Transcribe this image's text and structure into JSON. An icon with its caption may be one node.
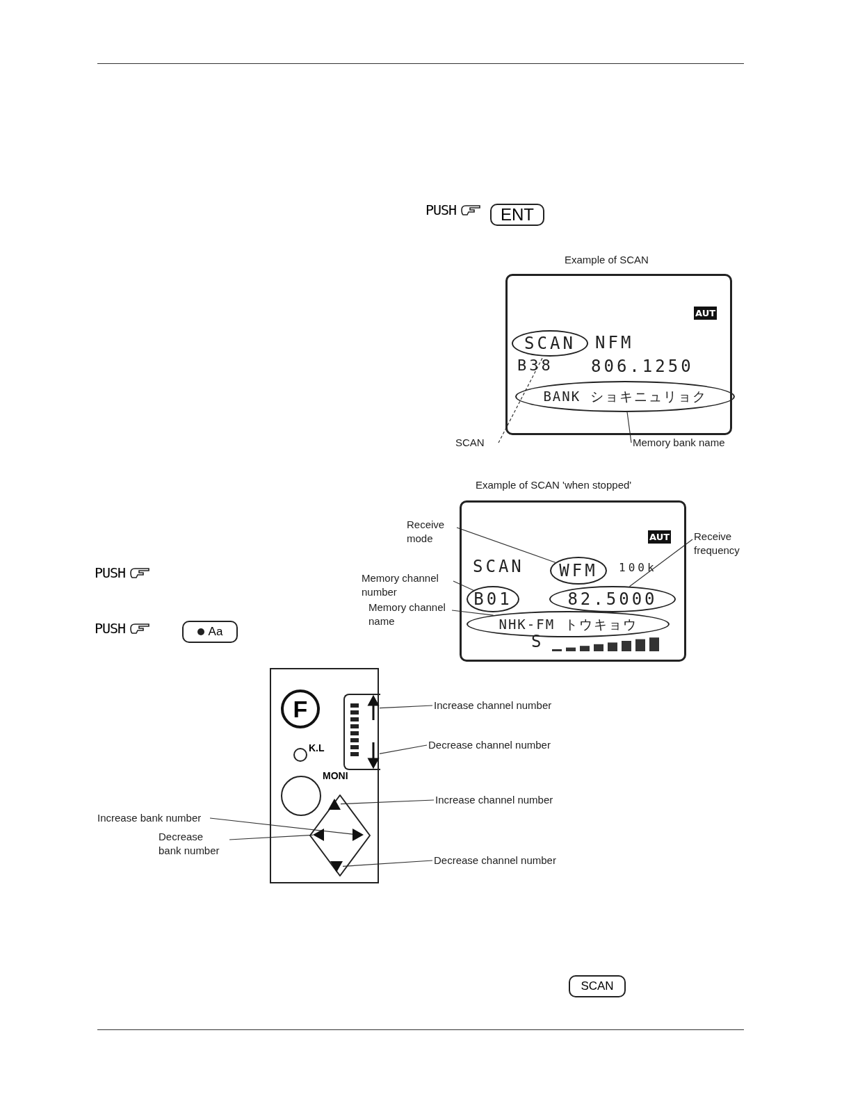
{
  "diagram": {
    "nodes": [
      {
        "text": [
          "AUT",
          "NFM",
          "B38",
          "806.1250"
        ]
      },
      {
        "text": [
          "SCAN"
        ],
        "in": 0
      },
      {
        "text": [
          "BANK ショキニュリョク"
        ],
        "in": 0
      },
      {
        "text": [
          "SCAN"
        ]
      },
      {
        "text": [
          "Memory bank name"
        ]
      },
      {
        "text": [
          "AUT",
          "SCAN",
          "100k",
          "S"
        ]
      },
      {
        "text": [
          "WFM"
        ],
        "in": 5
      },
      {
        "text": [
          "B01"
        ],
        "in": 5
      },
      {
        "text": [
          "82.5000"
        ],
        "in": 5
      },
      {
        "text": [
          "NHK-FM トウキョウ"
        ],
        "in": 5
      },
      {
        "text": [
          "Receive mode"
        ]
      },
      {
        "text": [
          "Memory channel number"
        ]
      },
      {
        "text": [
          "Memory channel name"
        ]
      },
      {
        "text": [
          "Receive frequency"
        ]
      },
      {
        "text": [],
        "shape": "box"
      },
      {
        "text": [
          "F"
        ],
        "in": 14
      },
      {
        "text": [],
        "shape": "circle",
        "in": 14,
        "beside": [
          "K.L"
        ]
      },
      {
        "text": [],
        "shape": "circle",
        "in": 14,
        "beside": [
          "MONI"
        ]
      },
      {
        "text": [],
        "shape": "box",
        "in": 14
      },
      {
        "text": [],
        "shape": "arrow",
        "in": 18
      },
      {
        "text": [],
        "shape": "arrow",
        "in": 18
      },
      {
        "text": [],
        "shape": "diamond",
        "in": 14
      },
      {
        "text": [],
        "shape": "triangle",
        "in": 21
      },
      {
        "text": [],
        "shape": "triangle",
        "in": 21
      },
      {
        "text": [],
        "shape": "triangle",
        "in": 21
      },
      {
        "text": [],
        "shape": "triangle",
        "in": 21
      },
      {
        "text": [
          "Increase channel number"
        ]
      },
      {
        "text": [
          "Decrease channel number"
        ]
      },
      {
        "text": [
          "Increase channel number"
        ]
      },
      {
        "text": [
          "Increase bank number"
        ]
      },
      {
        "text": [
          "Decrease bank number"
        ]
      },
      {
        "text": [
          "Decrease channel number"
        ]
      },
      {
        "text": [
          "ENT"
        ]
      },
      {
        "text": [
          "Aa"
        ]
      },
      {
        "text": [
          "SCAN"
        ]
      }
    ],
    "edges": [
      {
        "from": 3,
        "to": 1,
        "arrow": "none",
        "style": "dashed"
      },
      {
        "from": 4,
        "to": 2,
        "arrow": "none"
      },
      {
        "from": 10,
        "to": 6,
        "arrow": "none"
      },
      {
        "from": 11,
        "to": 7,
        "arrow": "none"
      },
      {
        "from": 12,
        "to": 9,
        "arrow": "none"
      },
      {
        "from": 13,
        "to": 8,
        "arrow": "none"
      },
      {
        "from": 26,
        "to": 19,
        "arrow": "none"
      },
      {
        "from": 27,
        "to": 20,
        "arrow": "none"
      },
      {
        "from": 28,
        "to": 22,
        "arrow": "none"
      },
      {
        "from": 29,
        "to": 23,
        "arrow": "none"
      },
      {
        "from": 30,
        "to": 24,
        "arrow": "none"
      },
      {
        "from": 31,
        "to": 25,
        "arrow": "none"
      }
    ],
    "labels": [
      "PUSH",
      "Example of SCAN",
      "Example of SCAN 'when stopped'",
      "PUSH",
      "PUSH"
    ]
  }
}
